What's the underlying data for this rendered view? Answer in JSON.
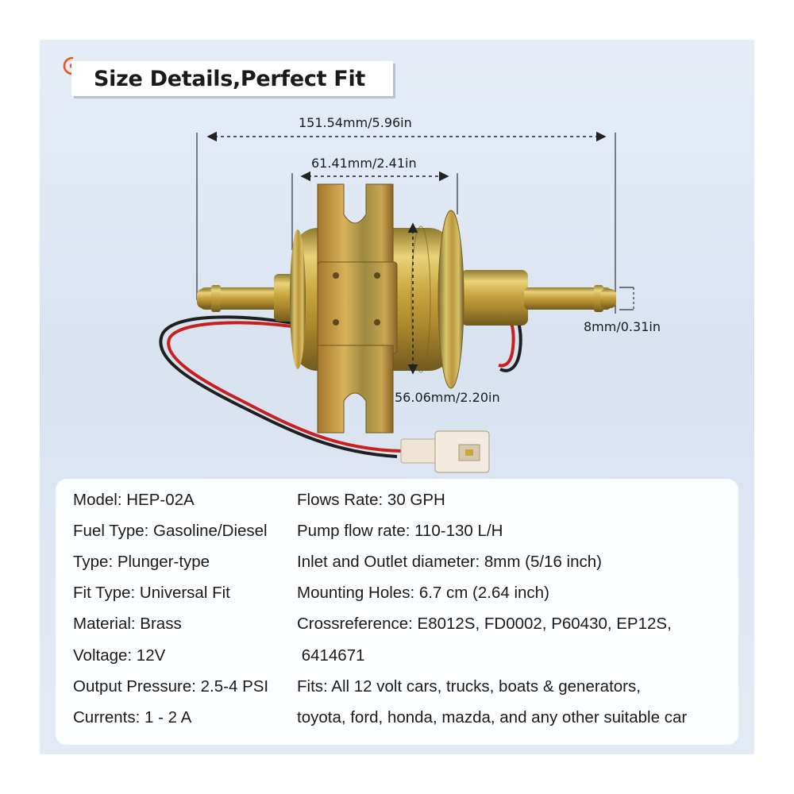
{
  "header": {
    "title": "Size Details,Perfect Fit"
  },
  "dimensions": {
    "overall_length": "151.54mm/5.96in",
    "body_width": "61.41mm/2.41in",
    "nozzle_diameter": "8mm/0.31in",
    "body_height": "56.06mm/2.20in"
  },
  "specs": {
    "left": [
      "Model: HEP-02A",
      "Fuel Type: Gasoline/Diesel",
      "Type: Plunger-type",
      "Fit Type: Universal Fit",
      "Material: Brass",
      "Voltage: 12V",
      "Output Pressure: 2.5-4 PSI",
      "Currents: 1 - 2 A"
    ],
    "right": [
      "Flows Rate: 30 GPH",
      "Pump flow rate: 110-130 L/H",
      "Inlet and Outlet diameter: 8mm (5/16 inch)",
      "Mounting Holes: 6.7 cm (2.64 inch)",
      "Crossreference: E8012S, FD0002, P60430, EP12S,",
      " 6414671",
      "Fits: All 12 volt cars, trucks, boats & generators,",
      "toyota, ford, honda, mazda, and any other suitable car"
    ]
  },
  "colors": {
    "accent": "#e8541e",
    "brass": "#c9a640",
    "background": "#dfe7f2"
  }
}
